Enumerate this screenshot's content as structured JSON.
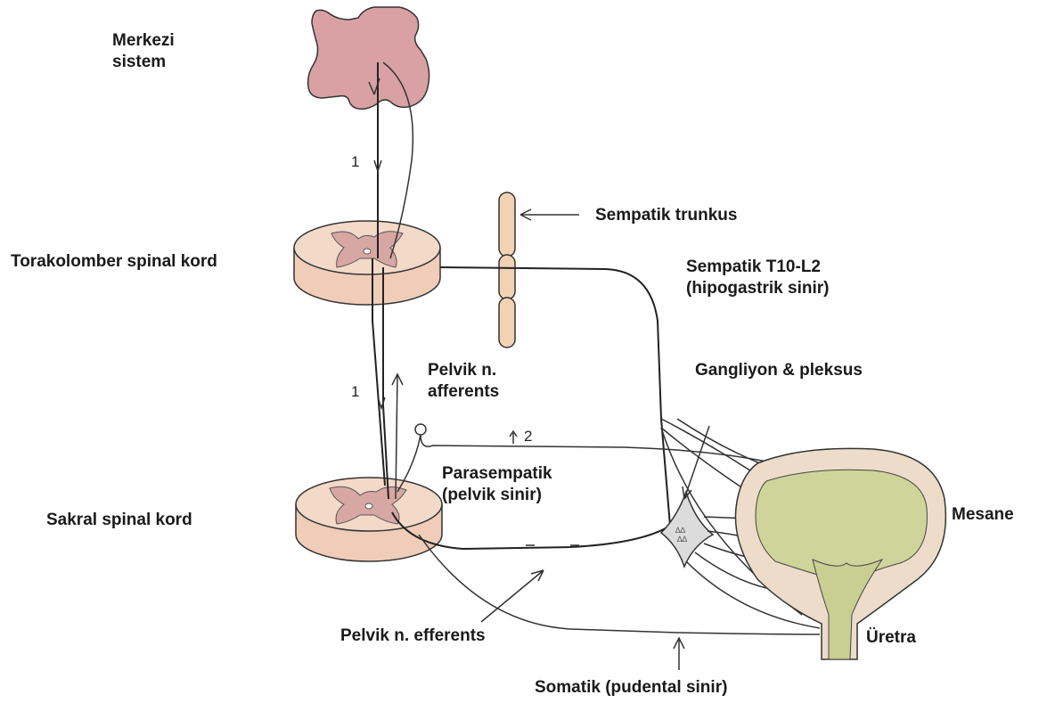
{
  "labels": {
    "brain": [
      "Merkezi",
      "sistem"
    ],
    "thoracolumbar": "Torakolomber spinal kord",
    "sacral": "Sakral spinal kord",
    "symp_trunk": "Sempatik trunkus",
    "symp_nerve": [
      "Sempatik T10-L2",
      "(hipogastrik sinir)"
    ],
    "ganglion": "Gangliyon & pleksus",
    "pelvic_afferents": [
      "Pelvik n.",
      "afferents"
    ],
    "parasymp": [
      "Parasempatik",
      "(pelvik sinir)"
    ],
    "bladder": "Mesane",
    "urethra": "Üretra",
    "pelvic_efferents": "Pelvik n. efferents",
    "somatic": "Somatik (pudental sinir)"
  },
  "markers": {
    "one_upper": "1",
    "one_lower": "1",
    "two": "2"
  },
  "colors": {
    "brain_fill": "#d9a1a4",
    "cord_fill": "#f3d9c8",
    "grey_matter": "#d7a7a3",
    "trunk_fill": "#f3d2b4",
    "bladder_wall": "#ecdcc9",
    "bladder_lumen": "#cfd49a",
    "ganglion_fill": "#dcdcdc",
    "line": "#222222"
  }
}
